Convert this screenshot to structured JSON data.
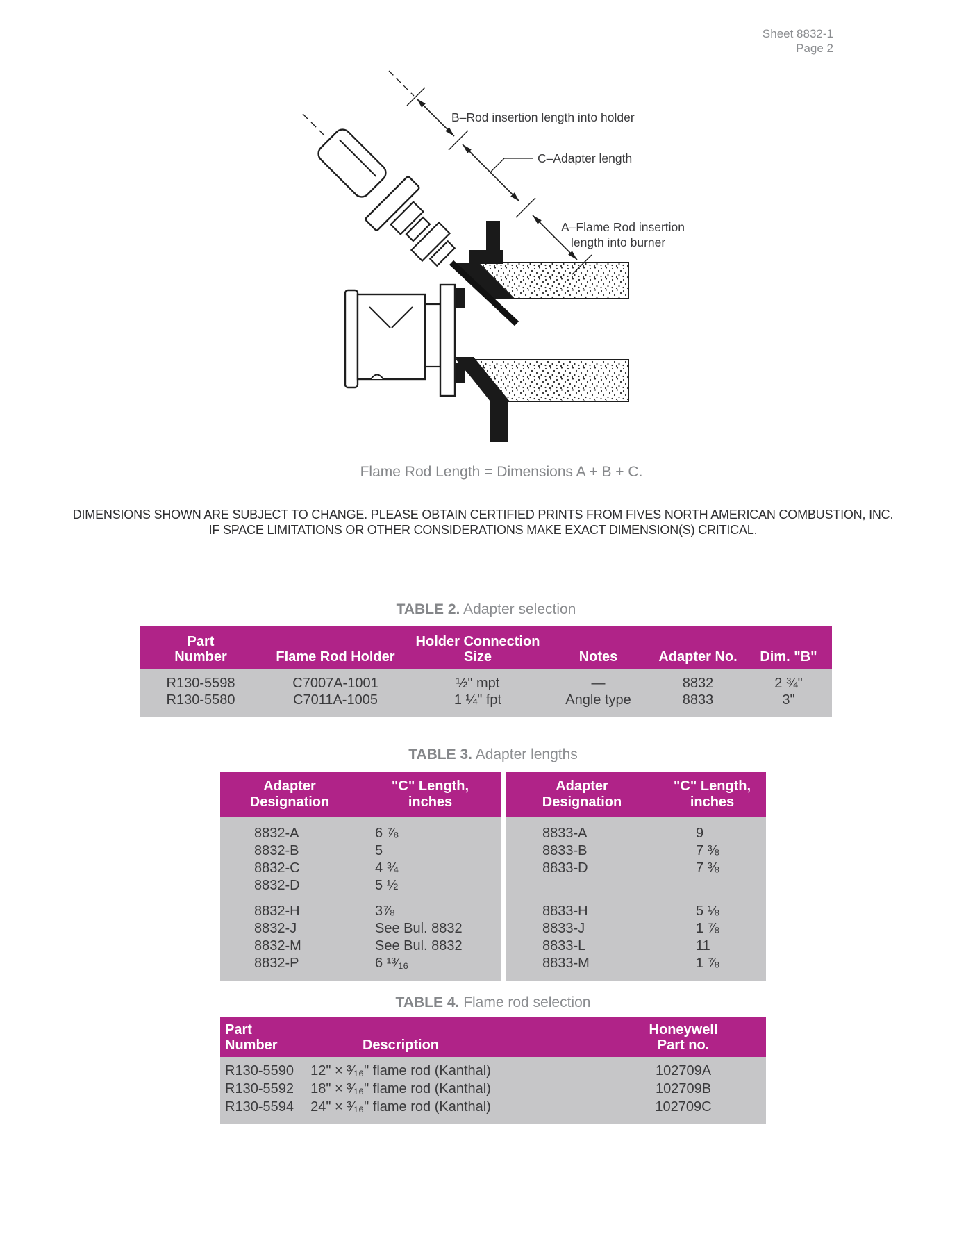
{
  "page": {
    "sheet_ref1": "Sheet 8832-1",
    "sheet_ref2": "Page 2"
  },
  "diagram": {
    "label_b": "B–Rod insertion length into holder",
    "label_c": "C–Adapter length",
    "label_a_line1": "A–Flame Rod insertion",
    "label_a_line2": "length into burner",
    "caption": "Flame Rod Length = Dimensions A + B + C."
  },
  "disclaimer": {
    "line1": "DIMENSIONS SHOWN ARE SUBJECT TO CHANGE. PLEASE OBTAIN CERTIFIED PRINTS FROM FIVES NORTH AMERICAN COMBUSTION, INC.",
    "line2": "IF SPACE LIMITATIONS OR OTHER CONSIDERATIONS MAKE EXACT DIMENSION(S) CRITICAL."
  },
  "table2": {
    "title": "TABLE 2.",
    "subtitle": "Adapter selection",
    "headers": [
      [
        "Part",
        "Number"
      ],
      [
        "",
        "Flame Rod Holder"
      ],
      [
        "Holder Connection",
        "Size"
      ],
      [
        "",
        "Notes"
      ],
      [
        "",
        "Adapter No."
      ],
      [
        "",
        "Dim. \"B\""
      ]
    ],
    "rows": [
      [
        "R130-5598",
        "C7007A-1001",
        "½\" mpt",
        "—",
        "8832",
        "2 ¾\""
      ],
      [
        "R130-5580",
        "C7011A-1005",
        "1 ¼\" fpt",
        "Angle type",
        "8833",
        "3\""
      ]
    ]
  },
  "table3": {
    "title": "TABLE 3.",
    "subtitle": "Adapter lengths",
    "header_designation": [
      "Adapter",
      "Designation"
    ],
    "header_length": [
      "\"C\" Length,",
      "inches"
    ],
    "left_group1": [
      [
        "8832-A",
        "6 ⅞"
      ],
      [
        "8832-B",
        "5"
      ],
      [
        "8832-C",
        "4 ¾"
      ],
      [
        "8832-D",
        "5 ½"
      ]
    ],
    "left_group2": [
      [
        "8832-H",
        "3⅞"
      ],
      [
        "8832-J",
        "See Bul. 8832"
      ],
      [
        "8832-M",
        "See Bul. 8832"
      ],
      [
        "8832-P",
        "6 ¹³⁄₁₆"
      ]
    ],
    "right_group1": [
      [
        "8833-A",
        "9"
      ],
      [
        "8833-B",
        "7 ⅜"
      ],
      [
        "8833-D",
        "7 ⅜"
      ]
    ],
    "right_group2": [
      [
        "8833-H",
        "5 ⅛"
      ],
      [
        "8833-J",
        "1 ⅞"
      ],
      [
        "8833-L",
        "11"
      ],
      [
        "8833-M",
        "1 ⅞"
      ]
    ]
  },
  "table4": {
    "title": "TABLE 4.",
    "subtitle": "Flame rod selection",
    "header_part": [
      "Part",
      "Number"
    ],
    "header_description": "Description",
    "header_honeywell": [
      "Honeywell",
      "Part no."
    ],
    "rows": [
      [
        "R130-5590",
        "12\" × ³⁄₁₆\" flame rod (Kanthal)",
        "102709A"
      ],
      [
        "R130-5592",
        "18\" × ³⁄₁₆\" flame rod (Kanthal)",
        "102709B"
      ],
      [
        "R130-5594",
        "24\" × ³⁄₁₆\" flame rod (Kanthal)",
        "102709C"
      ]
    ]
  },
  "colors": {
    "header_magenta": "#b02388",
    "table_body_gray": "#c6c6c8",
    "muted_text": "#8b8d90"
  }
}
